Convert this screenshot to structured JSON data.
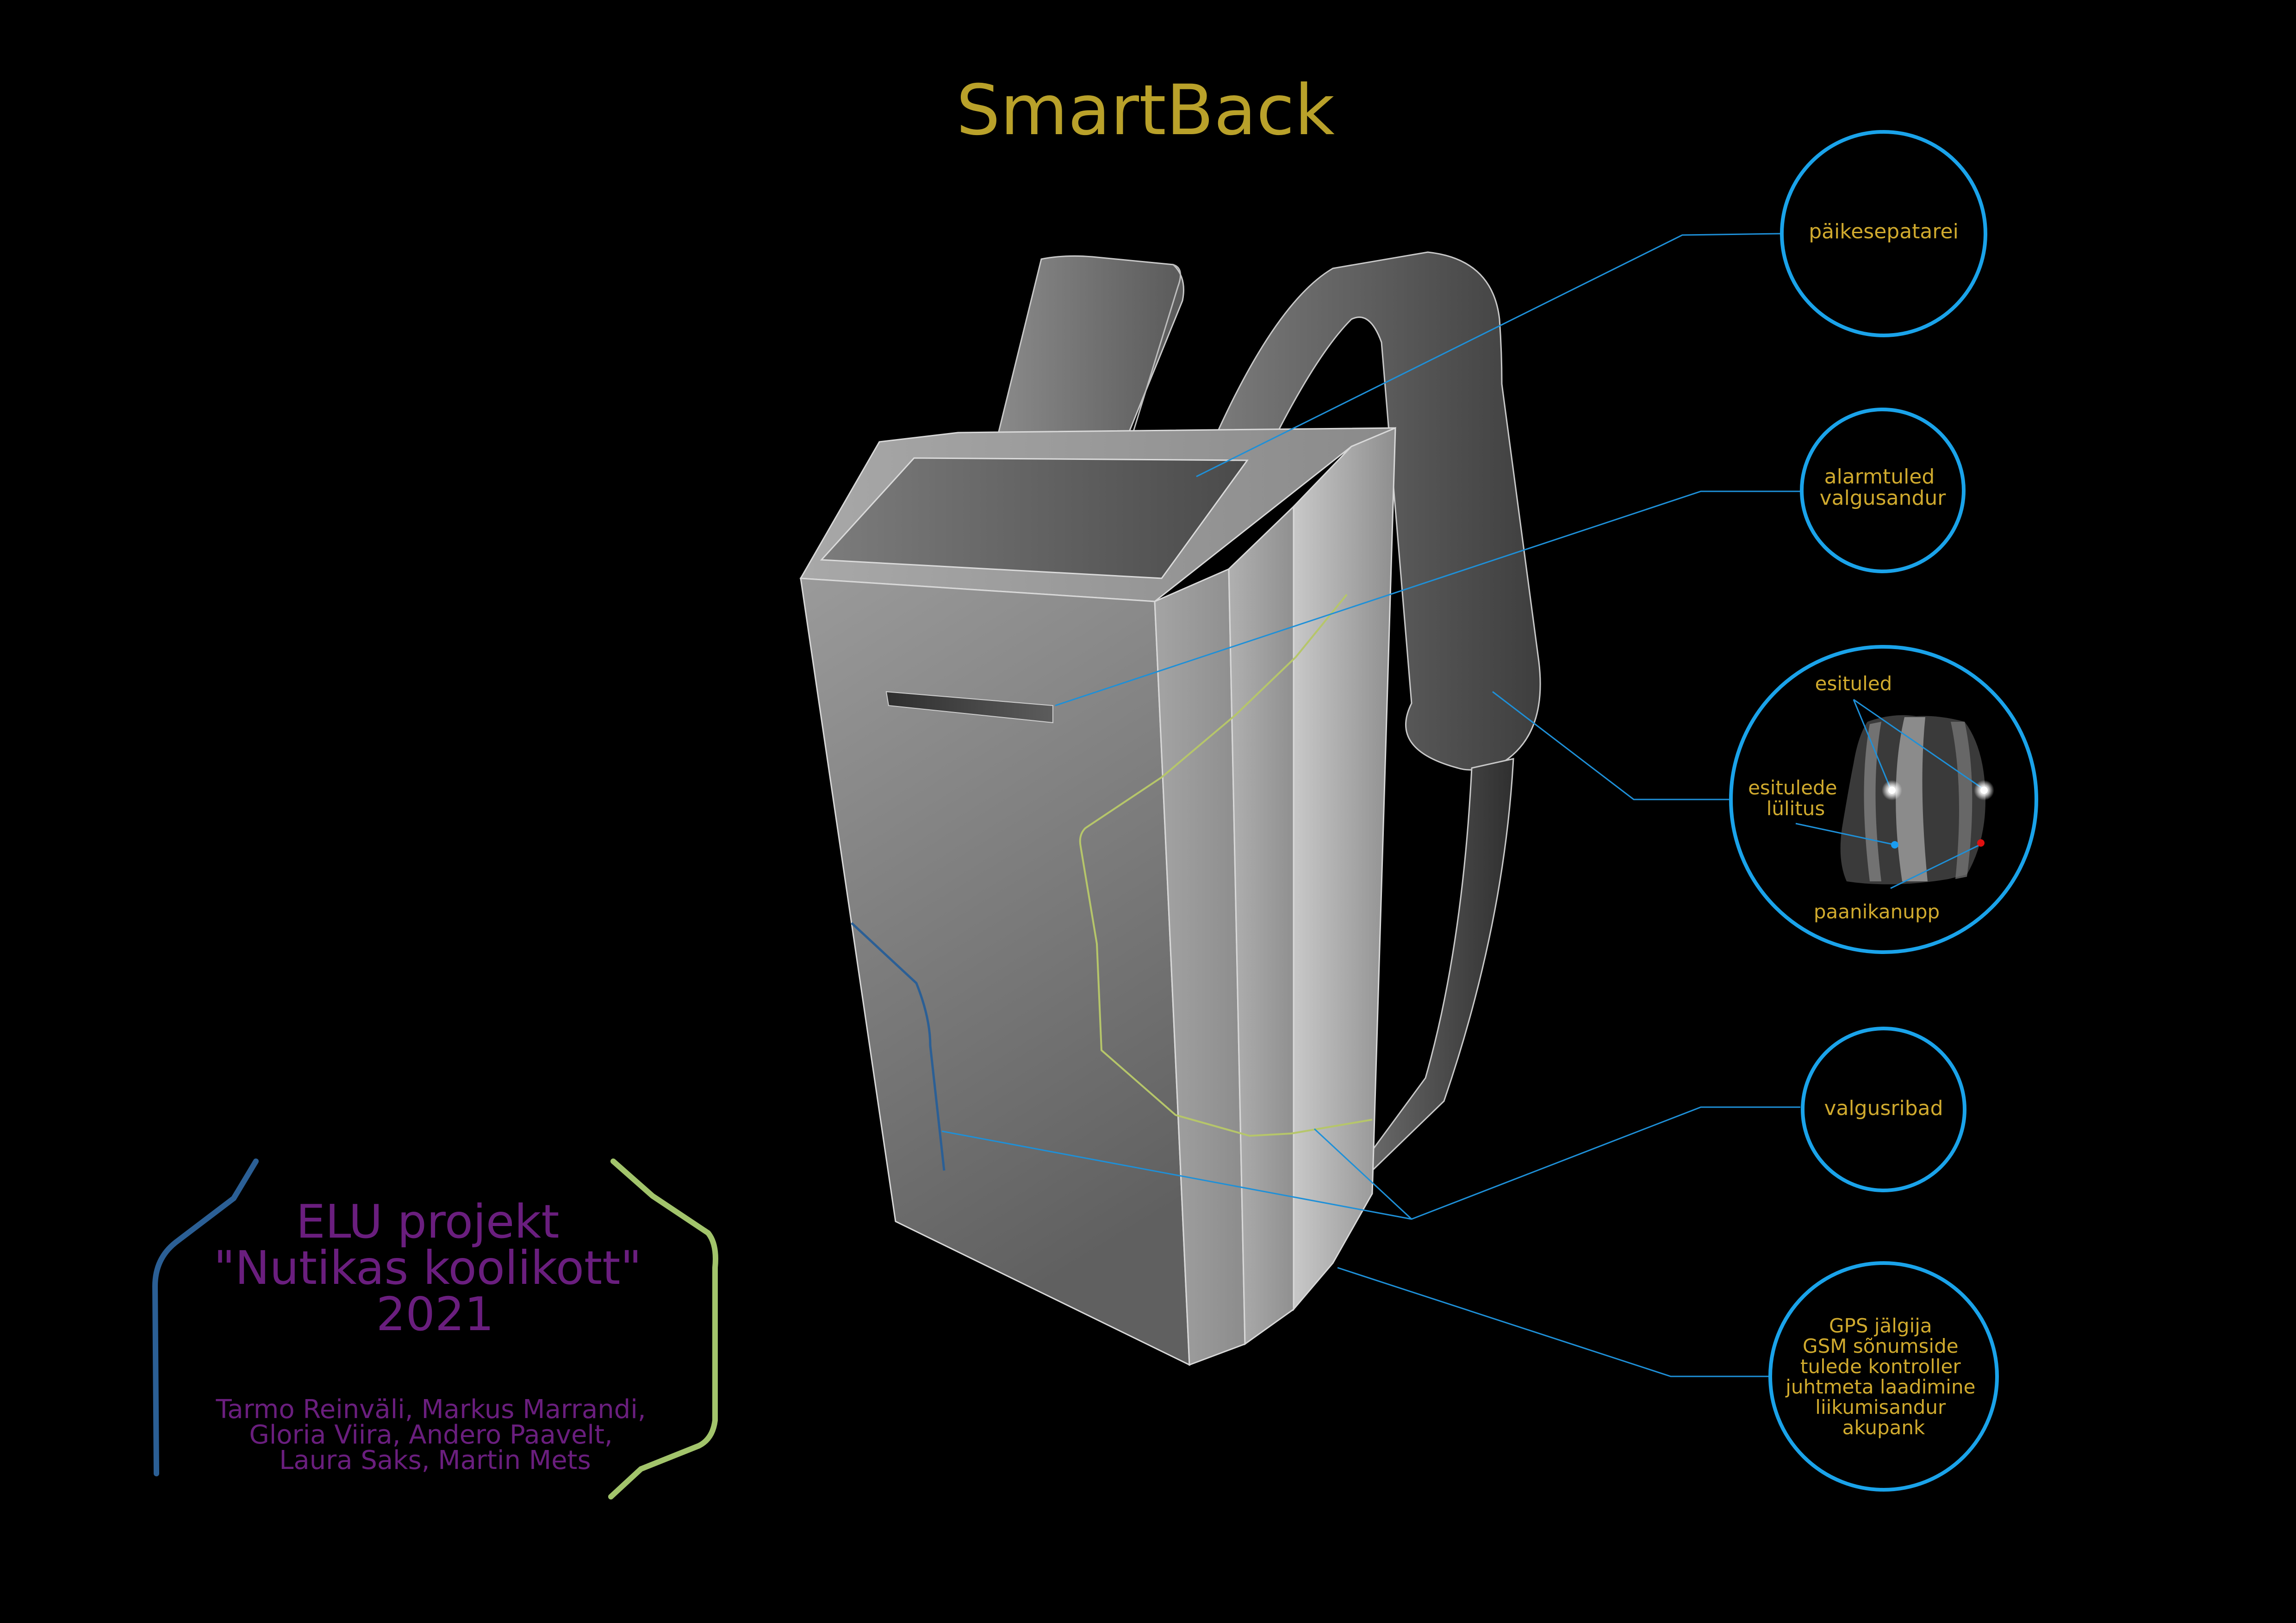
{
  "title": "SmartBack",
  "colors": {
    "background": "#000000",
    "title": "#b9a12a",
    "label": "#d0aa2e",
    "callout_ring": "#1aa3ea",
    "leader_line": "#1e90d8",
    "credits": "#6a1e7e",
    "bracket_left": "#2b5f95",
    "bracket_right": "#a2c46b",
    "wire_green": "#b6c66a",
    "wire_blue": "#2b5f95",
    "front_led": "#ffffff",
    "switch_led": "#1a9cf0",
    "panic_led": "#e01010"
  },
  "callouts": [
    {
      "id": "solar",
      "lines": [
        "päikesepatarei"
      ]
    },
    {
      "id": "alarm",
      "lines": [
        "alarmtuled",
        "valgusandur"
      ]
    },
    {
      "id": "strap",
      "labels": {
        "front_lights": "esituled",
        "front_switch": [
          "esitulede",
          "lülitus"
        ],
        "panic": "paanikanupp"
      }
    },
    {
      "id": "strips",
      "lines": [
        "valgusribad"
      ]
    },
    {
      "id": "electronics",
      "lines": [
        "GPS jälgija",
        "GSM sõnumside",
        "tulede kontroller",
        "juhtmeta laadimine",
        "liikumisandur",
        "akupank"
      ]
    }
  ],
  "credits": {
    "heading": [
      "ELU projekt",
      "\"Nutikas koolikott\"",
      "2021"
    ],
    "authors": [
      "Tarmo Reinväli, Markus Marrandi,",
      "Gloria Viira, Andero Paavelt,",
      "Laura Saks, Martin Mets"
    ]
  },
  "icons": {
    "backpack": "backpack-illustration",
    "strap_detail": "strap-closeup-icon"
  }
}
